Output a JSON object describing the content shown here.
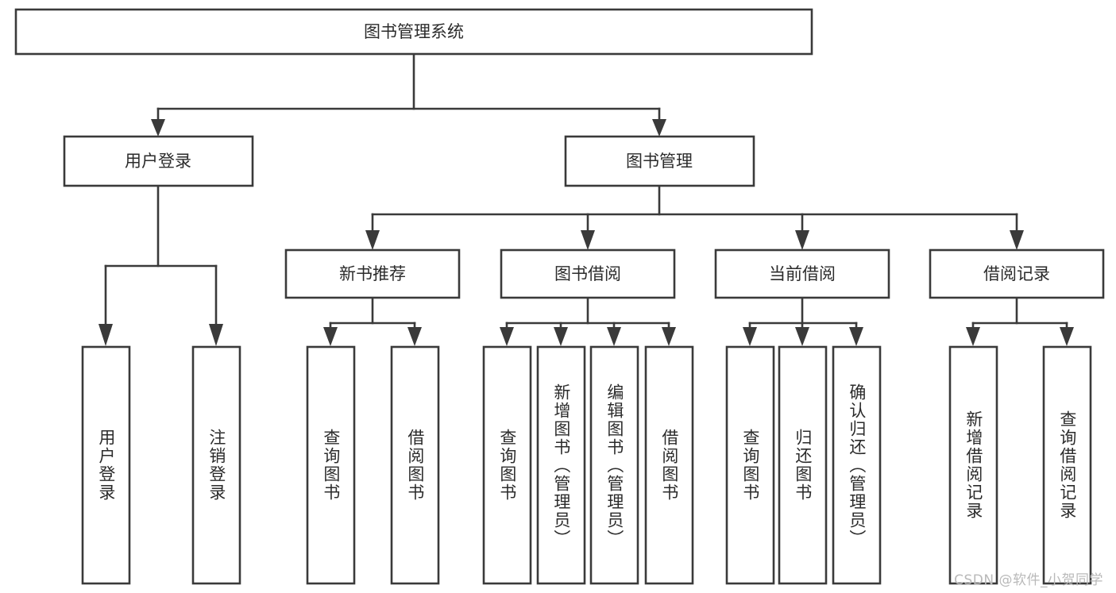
{
  "page": {
    "title": "图书管理系统",
    "watermark": "CSDN @软件_小贺同学",
    "background_color": "#ffffff",
    "line_color": "#3a3a3a",
    "text_color": "#2b2b2b",
    "watermark_color": "#b9b9b9"
  },
  "diagram": {
    "type": "tree",
    "orientation": "top-down",
    "root": "图书管理系统",
    "levels": 3
  },
  "nodes": {
    "root": {
      "label": "图书管理系统",
      "level": 0,
      "orientation": "horizontal"
    },
    "level1": [
      {
        "id": "user-login",
        "label": "用户登录",
        "orientation": "horizontal"
      },
      {
        "id": "book-manage",
        "label": "图书管理",
        "orientation": "horizontal"
      }
    ],
    "level2": [
      {
        "id": "new-book-recommend",
        "label": "新书推荐",
        "orientation": "horizontal",
        "parent": "book-manage"
      },
      {
        "id": "book-borrow",
        "label": "图书借阅",
        "orientation": "horizontal",
        "parent": "book-manage"
      },
      {
        "id": "current-borrow",
        "label": "当前借阅",
        "orientation": "horizontal",
        "parent": "book-manage"
      },
      {
        "id": "borrow-record",
        "label": "借阅记录",
        "orientation": "horizontal",
        "parent": "book-manage"
      }
    ],
    "leaves": [
      {
        "id": "leaf-user-login",
        "label": "用户登录",
        "orientation": "vertical",
        "parent": "user-login"
      },
      {
        "id": "leaf-user-logout",
        "label": "注销登录",
        "orientation": "vertical",
        "parent": "user-login"
      },
      {
        "id": "leaf-query-book-1",
        "label": "查询图书",
        "orientation": "vertical",
        "parent": "new-book-recommend"
      },
      {
        "id": "leaf-borrow-book-1",
        "label": "借阅图书",
        "orientation": "vertical",
        "parent": "new-book-recommend"
      },
      {
        "id": "leaf-query-book-2",
        "label": "查询图书",
        "orientation": "vertical",
        "parent": "book-borrow"
      },
      {
        "id": "leaf-add-book",
        "label": "新增图书（管理员）",
        "orientation": "vertical",
        "parent": "book-borrow"
      },
      {
        "id": "leaf-edit-book",
        "label": "编辑图书（管理员）",
        "orientation": "vertical",
        "parent": "book-borrow"
      },
      {
        "id": "leaf-borrow-book-2",
        "label": "借阅图书",
        "orientation": "vertical",
        "parent": "book-borrow"
      },
      {
        "id": "leaf-query-book-3",
        "label": "查询图书",
        "orientation": "vertical",
        "parent": "current-borrow"
      },
      {
        "id": "leaf-return-book",
        "label": "归还图书",
        "orientation": "vertical",
        "parent": "current-borrow"
      },
      {
        "id": "leaf-confirm-return",
        "label": "确认归还（管理员）",
        "orientation": "vertical",
        "parent": "current-borrow"
      },
      {
        "id": "leaf-add-record",
        "label": "新增借阅记录",
        "orientation": "vertical",
        "parent": "borrow-record"
      },
      {
        "id": "leaf-query-record",
        "label": "查询借阅记录",
        "orientation": "vertical",
        "parent": "borrow-record"
      }
    ]
  }
}
